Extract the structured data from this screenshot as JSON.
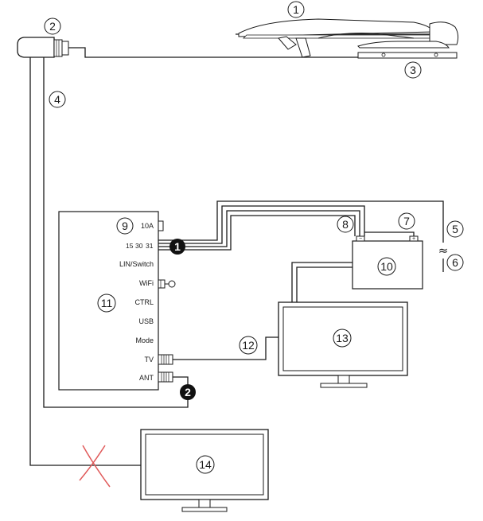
{
  "callouts": {
    "c1": "1",
    "c2": "2",
    "c3": "3",
    "c4": "4",
    "c5": "5",
    "c6": "6",
    "c7": "7",
    "c8": "8",
    "c9": "9",
    "c10": "10",
    "c11": "11",
    "c12": "12",
    "c13": "13",
    "c14": "14"
  },
  "badges": {
    "b1": "1",
    "b2": "2"
  },
  "control_box": {
    "ports": {
      "fuse": "10A",
      "pins": [
        "15",
        "30",
        "31"
      ],
      "lin": "LIN/Switch",
      "wifi": "WiFi",
      "ctrl": "CTRL",
      "usb": "USB",
      "mode": "Mode",
      "tv": "TV",
      "ant": "ANT"
    }
  },
  "battery": {
    "minus": "−",
    "plus": "+"
  },
  "separator_symbol": "≈",
  "colors": {
    "line": "#1a1a1a",
    "cross": "#e05a5a",
    "badge": "#111111"
  }
}
